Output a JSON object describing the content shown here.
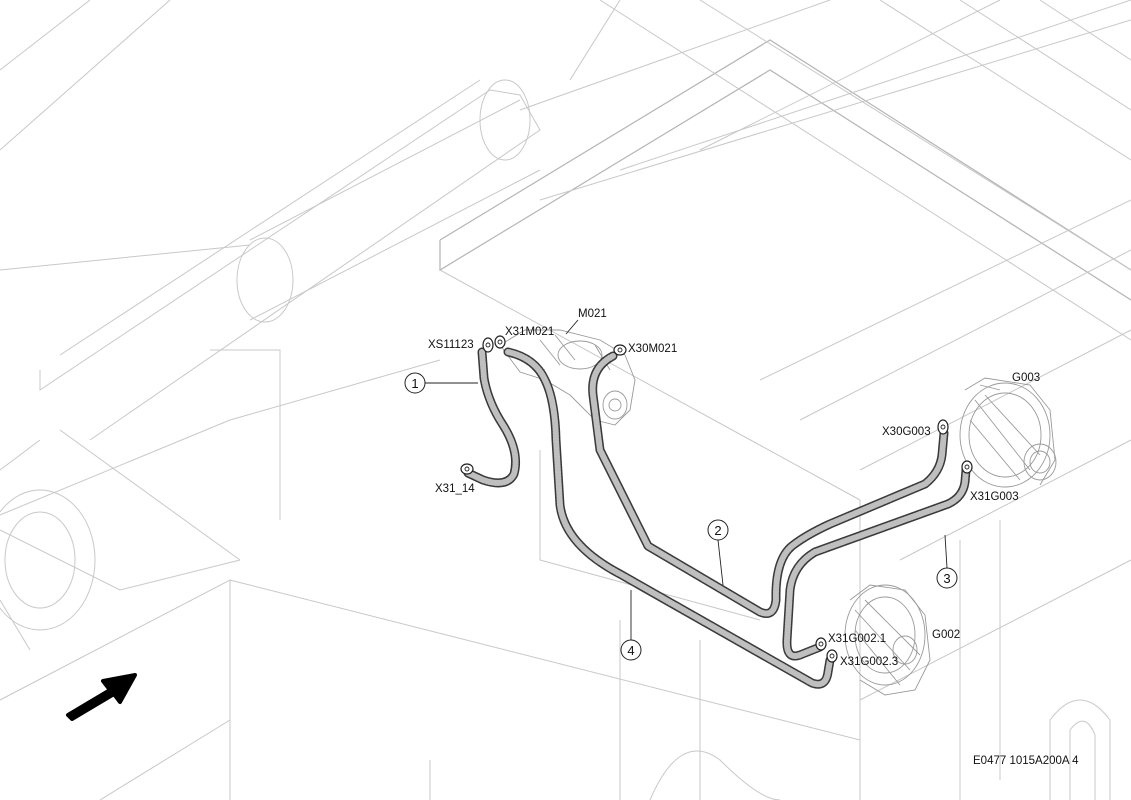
{
  "labels": {
    "m021": "M021",
    "xs11123": "XS11123",
    "x31m021": "X31M021",
    "x30m021": "X30M021",
    "x31_14": "X31_14",
    "g003": "G003",
    "x30g003": "X30G003",
    "x31g003": "X31G003",
    "g002": "G002",
    "x31g002_1": "X31G002.1",
    "x31g002_3": "X31G002.3"
  },
  "callouts": {
    "c1": "1",
    "c2": "2",
    "c3": "3",
    "c4": "4"
  },
  "reference": "E0477 1015A200A 4",
  "icons": {
    "direction": "arrow-icon"
  },
  "colors": {
    "cable": "#3a3a3a",
    "background_lines": "#c8c8c8",
    "arrow": "#000000"
  }
}
